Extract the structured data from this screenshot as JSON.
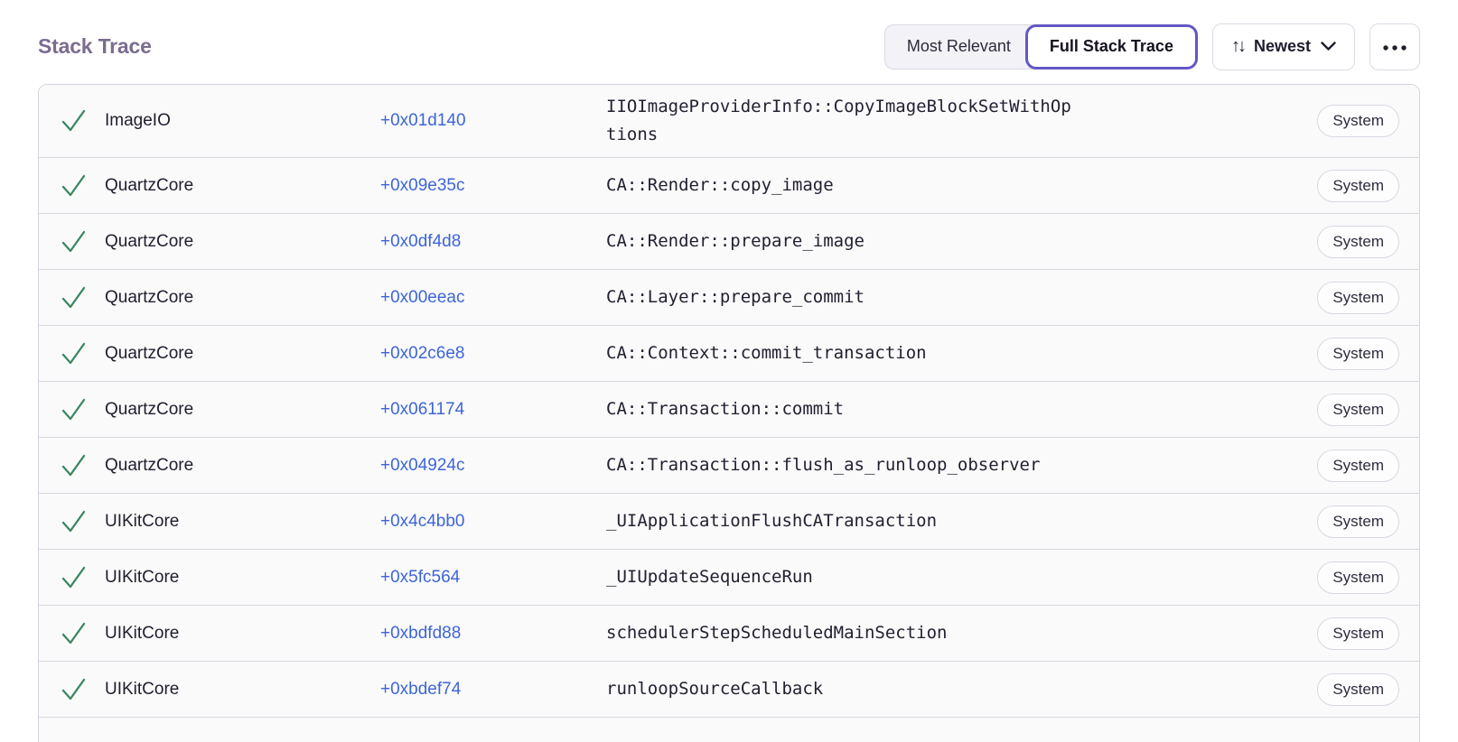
{
  "header": {
    "title": "Stack Trace",
    "view_toggle": [
      {
        "label": "Most Relevant",
        "active": false
      },
      {
        "label": "Full Stack Trace",
        "active": true
      }
    ],
    "sort": {
      "label": "Newest",
      "icon": "sort-arrows-icon",
      "glyph": "↑↓"
    },
    "icons": {
      "chevron": "chevron-down-icon",
      "more": "ellipsis-icon",
      "frame_status": "check-icon"
    }
  },
  "colors": {
    "accent_purple": "#6358c4",
    "link_blue": "#3d65d9",
    "check_green": "#3b8862",
    "title_purple": "#7a6d8f"
  },
  "frames": [
    {
      "module": "ImageIO",
      "offset": "+0x01d140",
      "function": "IIOImageProviderInfo::CopyImageBlockSetWithOptions",
      "tag": "System"
    },
    {
      "module": "QuartzCore",
      "offset": "+0x09e35c",
      "function": "CA::Render::copy_image",
      "tag": "System"
    },
    {
      "module": "QuartzCore",
      "offset": "+0x0df4d8",
      "function": "CA::Render::prepare_image",
      "tag": "System"
    },
    {
      "module": "QuartzCore",
      "offset": "+0x00eeac",
      "function": "CA::Layer::prepare_commit",
      "tag": "System"
    },
    {
      "module": "QuartzCore",
      "offset": "+0x02c6e8",
      "function": "CA::Context::commit_transaction",
      "tag": "System"
    },
    {
      "module": "QuartzCore",
      "offset": "+0x061174",
      "function": "CA::Transaction::commit",
      "tag": "System"
    },
    {
      "module": "QuartzCore",
      "offset": "+0x04924c",
      "function": "CA::Transaction::flush_as_runloop_observer",
      "tag": "System"
    },
    {
      "module": "UIKitCore",
      "offset": "+0x4c4bb0",
      "function": "_UIApplicationFlushCATransaction",
      "tag": "System"
    },
    {
      "module": "UIKitCore",
      "offset": "+0x5fc564",
      "function": "_UIUpdateSequenceRun",
      "tag": "System"
    },
    {
      "module": "UIKitCore",
      "offset": "+0xbdfd88",
      "function": "schedulerStepScheduledMainSection",
      "tag": "System"
    },
    {
      "module": "UIKitCore",
      "offset": "+0xbdef74",
      "function": "runloopSourceCallback",
      "tag": "System"
    }
  ]
}
